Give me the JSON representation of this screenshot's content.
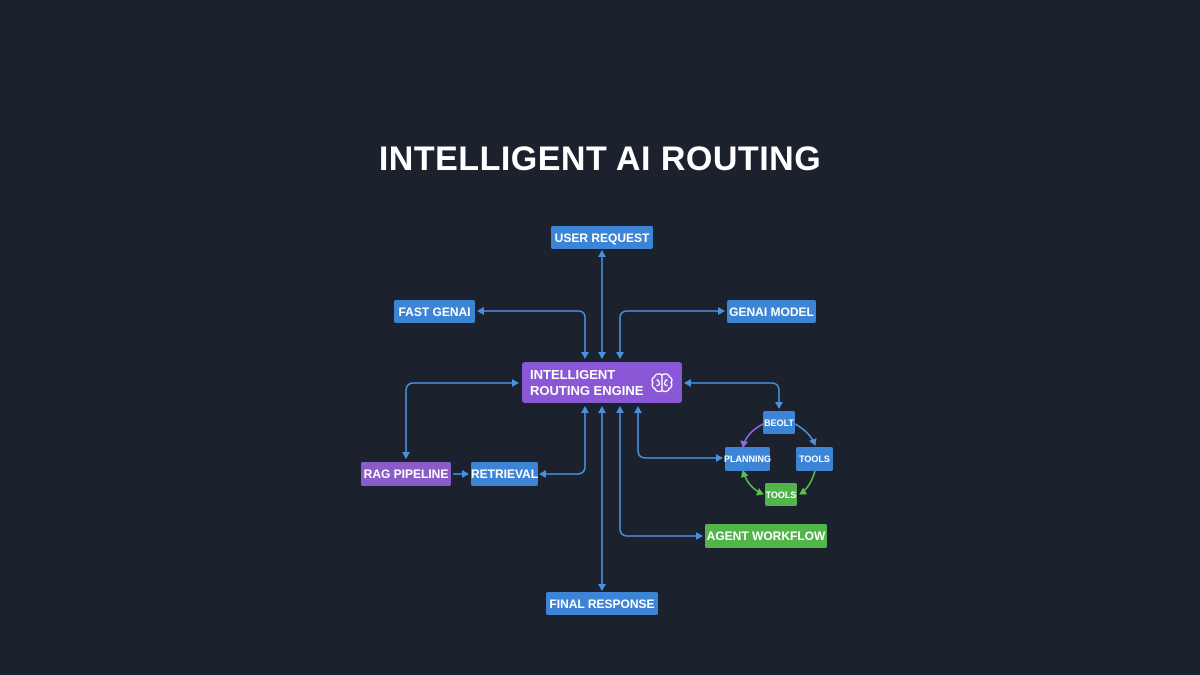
{
  "title": "INTELLIGENT AI ROUTING",
  "nodes": {
    "user_request": "USER REQUEST",
    "fast_genai": "FAST GENAI",
    "genai_model": "GENAI MODEL",
    "engine": "INTELLIGENT\nROUTING ENGINE",
    "rag_pipeline": "RAG PIPELINE",
    "retrieval": "RETRIEVAL",
    "beolt": "BEOLT",
    "planning": "PLANNING",
    "tools_right": "TOOLS",
    "tools_bottom": "TOOLS",
    "agent_workflow": "AGENT WORKFLOW",
    "final_response": "FINAL RESPONSE"
  },
  "icons": {
    "engine_icon": "brain-icon"
  },
  "colors": {
    "background": "#1c212e",
    "blue_node": "#3b84d6",
    "purple_node": "#8a5cc9",
    "green_node": "#52b54a",
    "connector": "#4a8fe0"
  }
}
